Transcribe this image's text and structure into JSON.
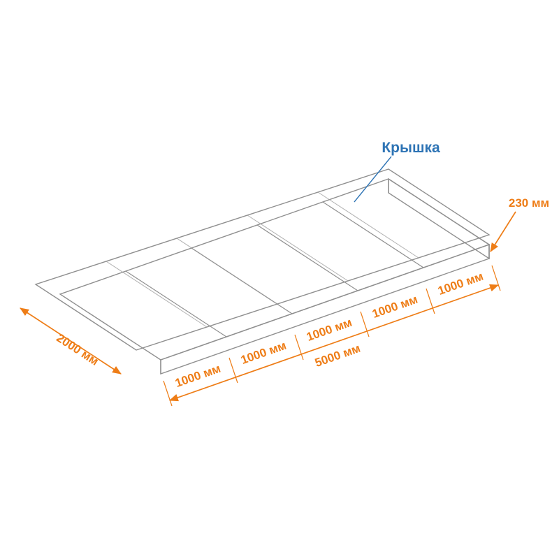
{
  "figure": {
    "part_label": "Крышка",
    "dim_height": "230 мм",
    "dim_width": "2000 мм",
    "dim_total": "5000 мм",
    "dim_segments": [
      {
        "label": "1000 мм"
      },
      {
        "label": "1000 мм"
      },
      {
        "label": "1000 мм"
      },
      {
        "label": "1000 мм"
      },
      {
        "label": "1000 мм"
      }
    ],
    "colors": {
      "dimension_orange": "#ee7d17",
      "label_blue": "#2e74b5",
      "mesh_gray": "#9b9b9b"
    }
  }
}
